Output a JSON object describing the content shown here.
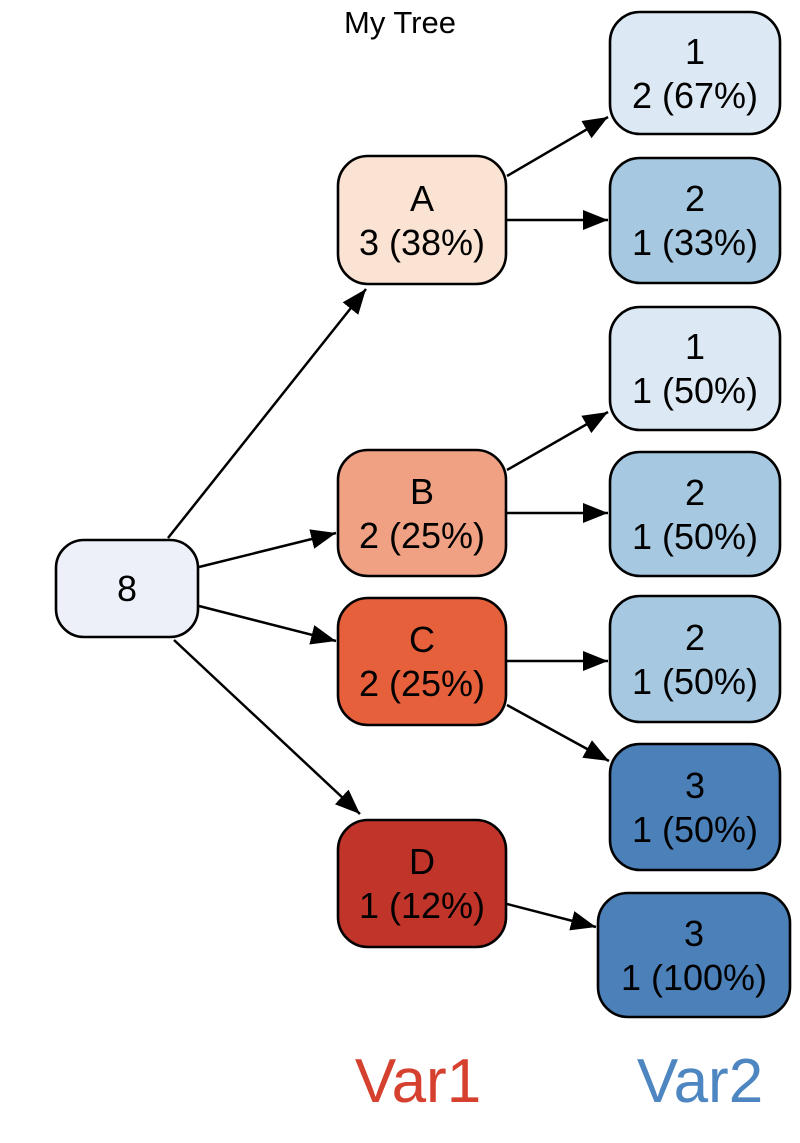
{
  "title": "My Tree",
  "axis_labels": {
    "var1": {
      "label": "Var1",
      "color": "#d6402f"
    },
    "var2": {
      "label": "Var2",
      "color": "#4d86c0"
    }
  },
  "tree": {
    "root": {
      "label": "8",
      "color": "#edeff9"
    },
    "level1": [
      {
        "id": "A",
        "label": "A",
        "stat": "3 (38%)",
        "color": "#fbe3d4",
        "parent": "root"
      },
      {
        "id": "B",
        "label": "B",
        "stat": "2 (25%)",
        "color": "#f1a183",
        "parent": "root"
      },
      {
        "id": "C",
        "label": "C",
        "stat": "2 (25%)",
        "color": "#e6603c",
        "parent": "root"
      },
      {
        "id": "D",
        "label": "D",
        "stat": "1 (12%)",
        "color": "#c0342a",
        "parent": "root"
      }
    ],
    "level2": [
      {
        "label": "1",
        "stat": "2 (67%)",
        "color": "#dce8f3",
        "parent": "A"
      },
      {
        "label": "2",
        "stat": "1 (33%)",
        "color": "#a6c8e0",
        "parent": "A"
      },
      {
        "label": "1",
        "stat": "1 (50%)",
        "color": "#dce8f3",
        "parent": "B"
      },
      {
        "label": "2",
        "stat": "1 (50%)",
        "color": "#a6c8e0",
        "parent": "B"
      },
      {
        "label": "2",
        "stat": "1 (50%)",
        "color": "#a6c8e0",
        "parent": "C"
      },
      {
        "label": "3",
        "stat": "1 (50%)",
        "color": "#4b80b9",
        "parent": "C"
      },
      {
        "label": "3",
        "stat": "1 (100%)",
        "color": "#4b80b9",
        "parent": "D"
      }
    ]
  }
}
